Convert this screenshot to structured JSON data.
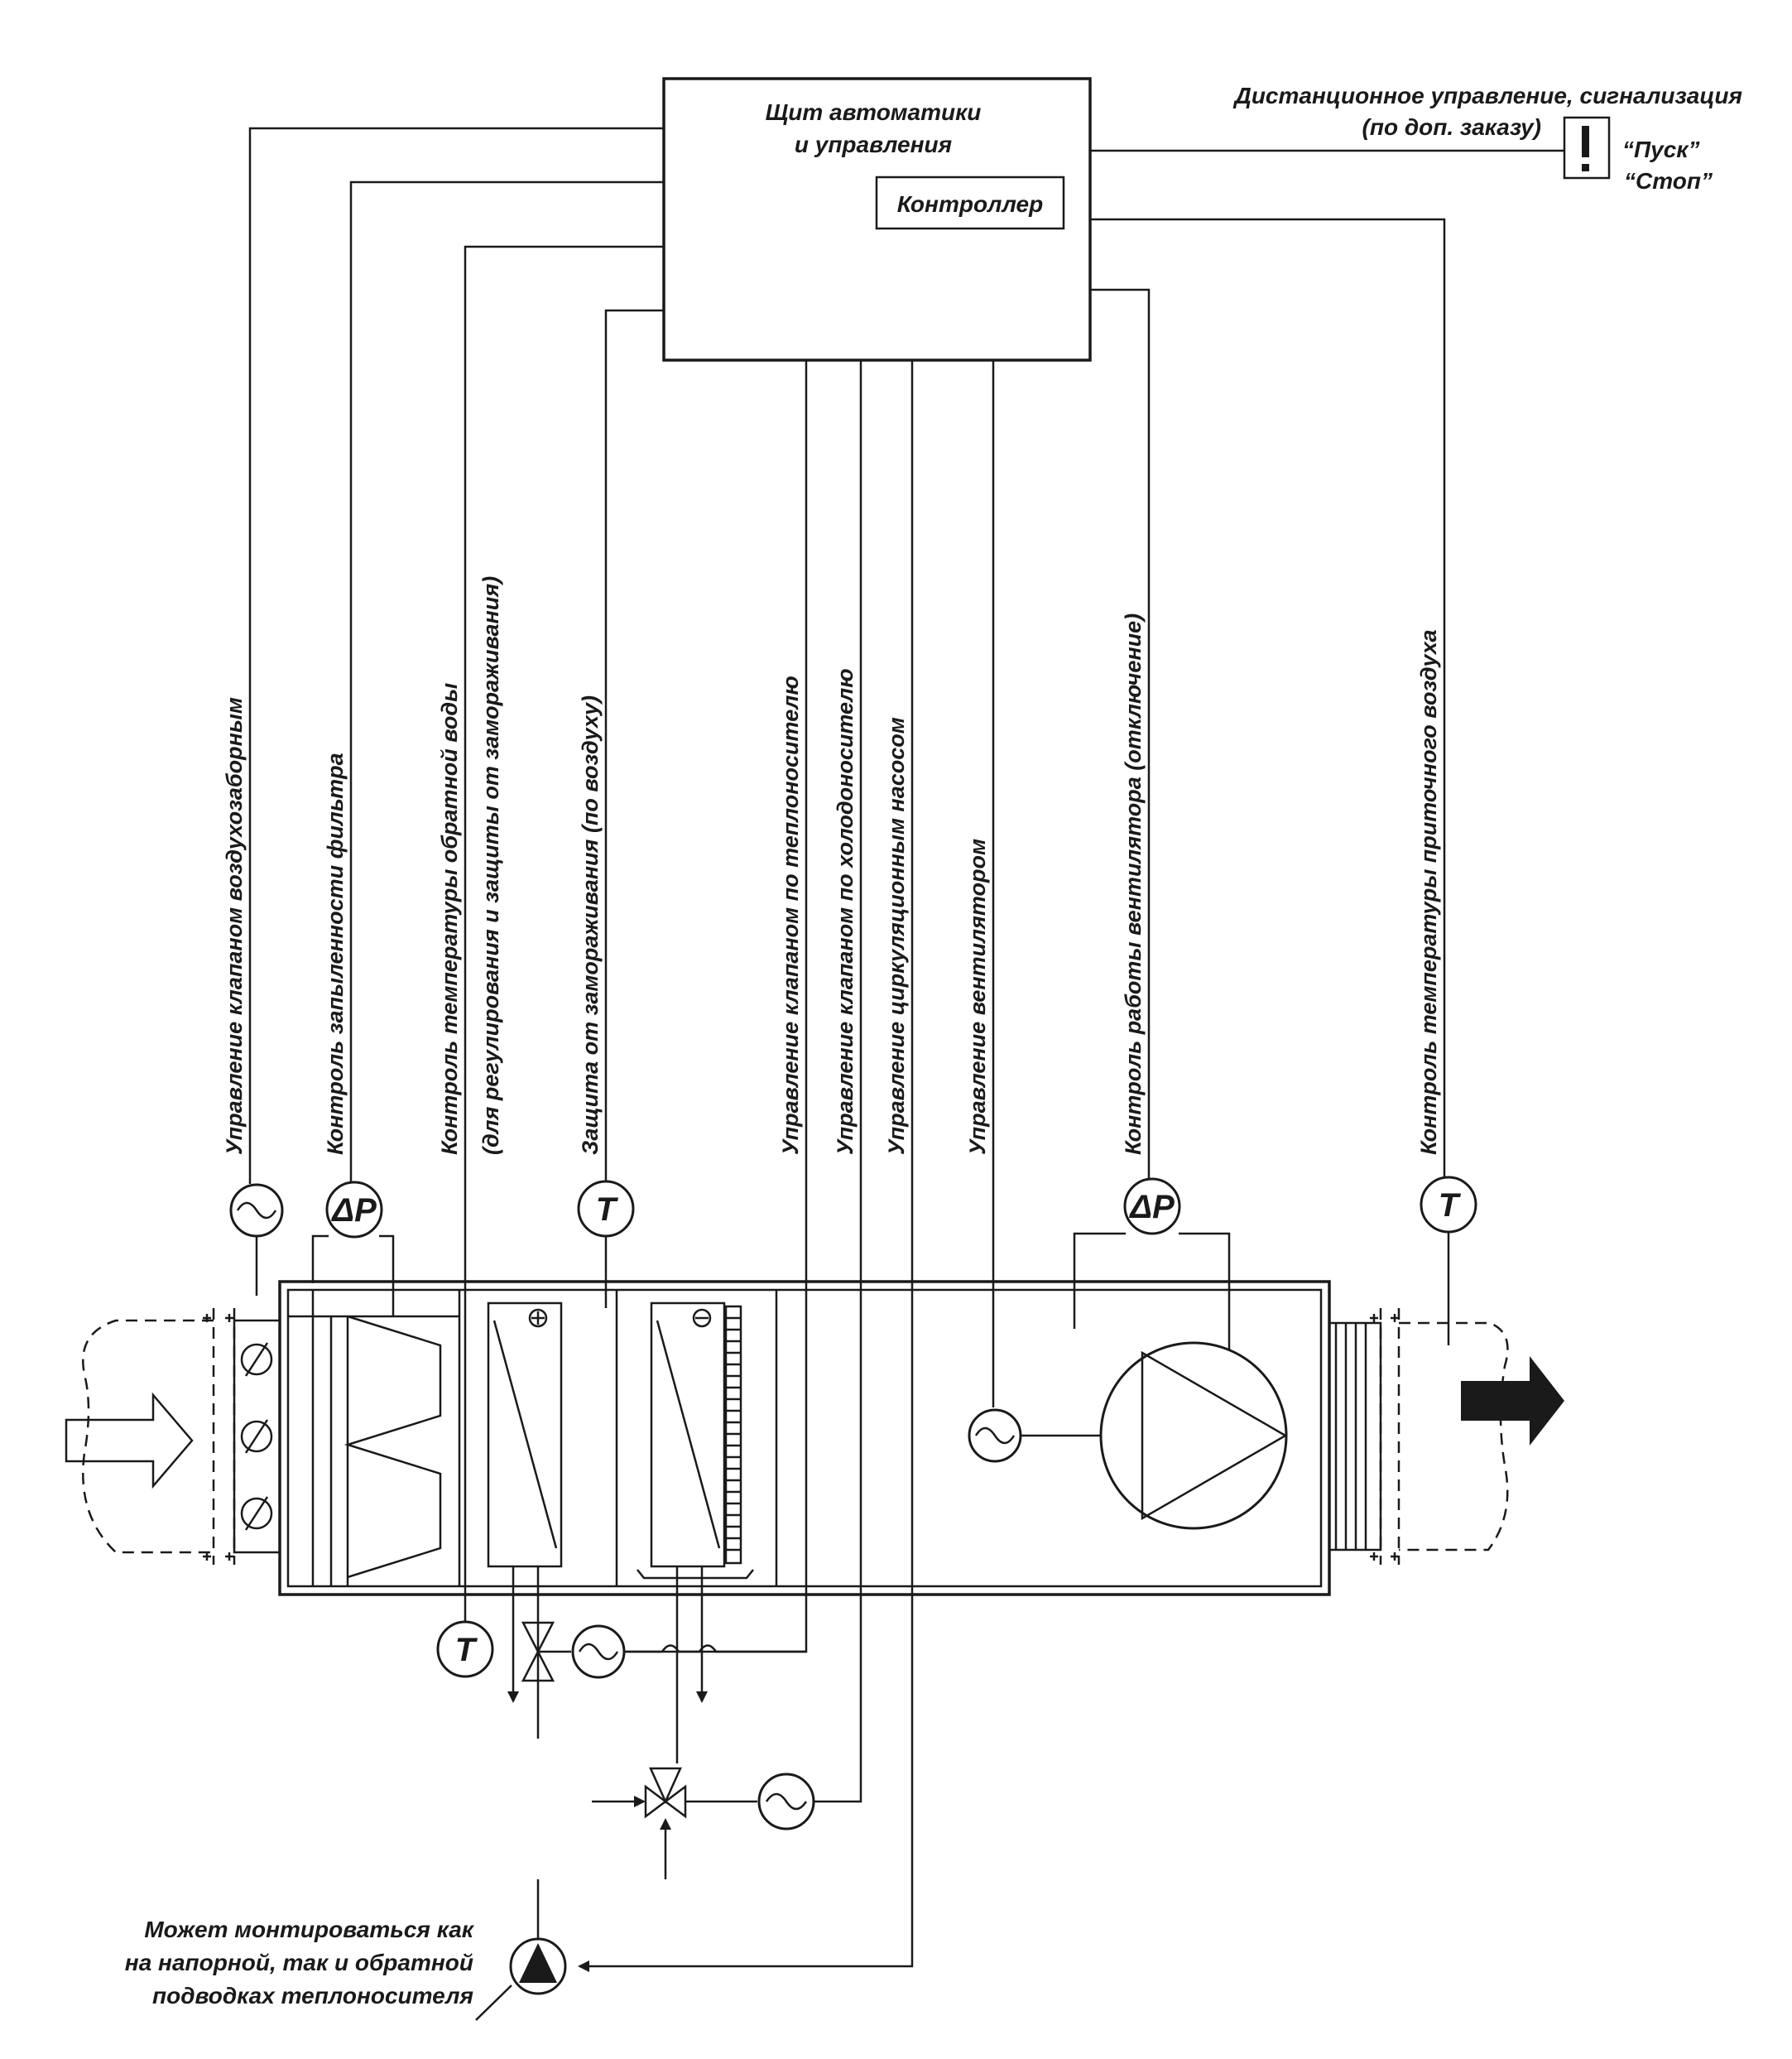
{
  "panel": {
    "title_line1": "Щит автоматики",
    "title_line2": "и управления",
    "controller": "Контроллер"
  },
  "remote": {
    "line1": "Дистанционное управление, сигнализация",
    "line2": "(по доп. заказу)",
    "start": "“Пуск”",
    "stop": "“Стоп”",
    "icon": "exclamation-icon"
  },
  "signal_lines": {
    "damper": "Управление клапаном воздухозаборным",
    "filter": "Контроль запыленности фильтра",
    "return_water_1": "Контроль температуры обратной воды",
    "return_water_2": "(для регулирования и защиты от замораживания)",
    "frost": "Защита от замораживания (по воздуху)",
    "heat_valve": "Управление клапаном по теплоносителю",
    "cool_valve": "Управление клапаном по холодоносителю",
    "pump": "Управление циркуляционным насосом",
    "fan": "Управление вентилятором",
    "fan_monitor": "Контроль работы вентилятора (отключение)",
    "supply_temp": "Контроль температуры приточного воздуха"
  },
  "symbols": {
    "dp": "ΔP",
    "t": "T"
  },
  "note": {
    "line1": "Может монтироваться как",
    "line2": "на напорной, так и обратной",
    "line3": "подводках теплоносителя"
  }
}
